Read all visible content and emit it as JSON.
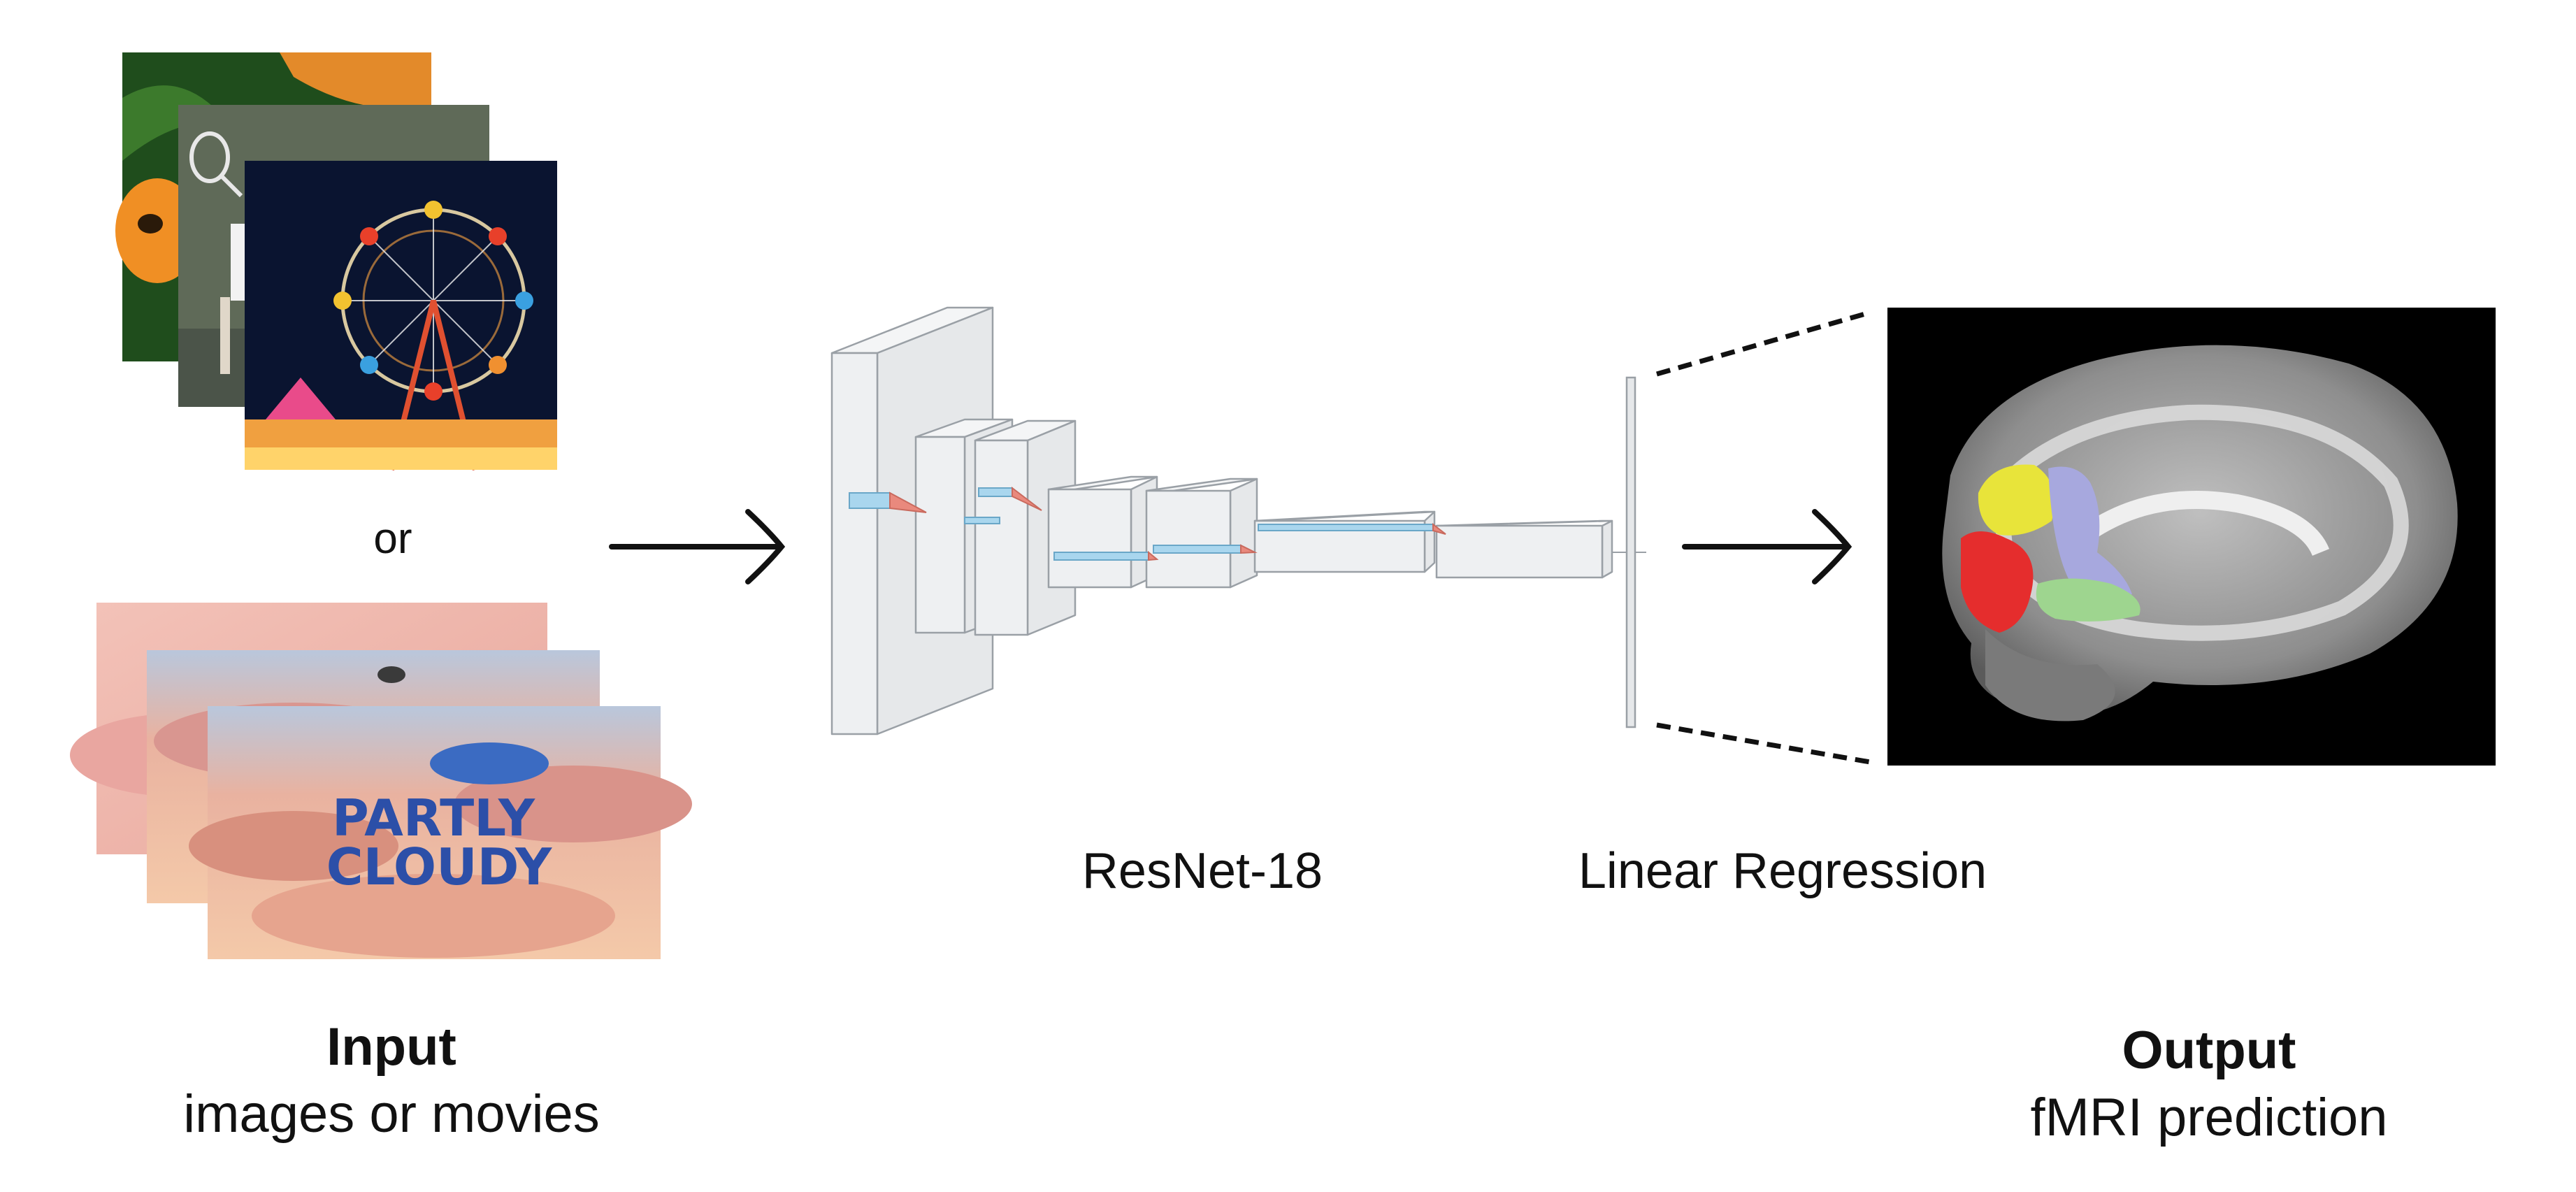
{
  "input": {
    "title": "Input",
    "subtitle": "images or movies",
    "separator": "or",
    "still_images": [
      "goldfish",
      "tennis player",
      "ferris wheel at night"
    ],
    "movie_frames": [
      "pink clouds sky frame",
      "pink clouds sky frame",
      "pink clouds sky frame with title card"
    ],
    "movie_title_lines": [
      "PARTLY",
      "CLOUDY"
    ]
  },
  "network": {
    "label": "ResNet-18"
  },
  "regression": {
    "label": "Linear Regression"
  },
  "output": {
    "title": "Output",
    "subtitle": "fMRI prediction",
    "brain_regions": [
      "yellow",
      "red",
      "lavender",
      "green"
    ]
  },
  "colors": {
    "arrow": "#111111",
    "layer_fill": "#eceef0",
    "layer_stroke": "#9aa0a6",
    "kernel_blue": "#a9d6ee",
    "kernel_red": "#e9897d",
    "region_yellow": "#e8e43a",
    "region_red": "#e52d2d",
    "region_lavender": "#a7a8de",
    "region_green": "#9ed58f",
    "brain_background": "#000000"
  }
}
